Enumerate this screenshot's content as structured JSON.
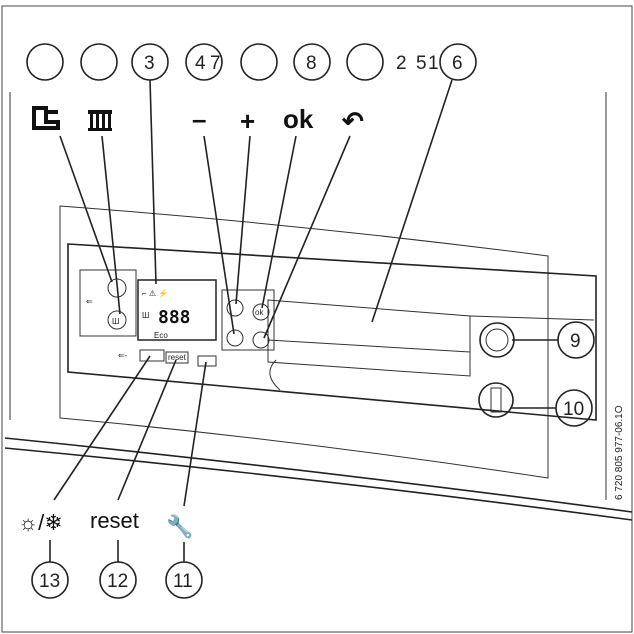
{
  "callouts": {
    "c3": "3",
    "c4": "4",
    "c7": "7",
    "c8": "8",
    "c2": "2",
    "c5": "5",
    "c1": "1",
    "c6": "6",
    "c9": "9",
    "c10": "10",
    "c11": "11",
    "c12": "12",
    "c13": "13"
  },
  "symbols": {
    "minus": "–",
    "plus": "+",
    "ok": "ok",
    "back": "↶",
    "sun_snow": "☼/❄",
    "reset": "reset",
    "wrench": "🔧"
  },
  "panel": {
    "display_digits": "888",
    "eco": "Eco",
    "btn_ok": "ok",
    "btn_reset": "reset"
  },
  "doc_code": "6 720 805 977-06.1O"
}
